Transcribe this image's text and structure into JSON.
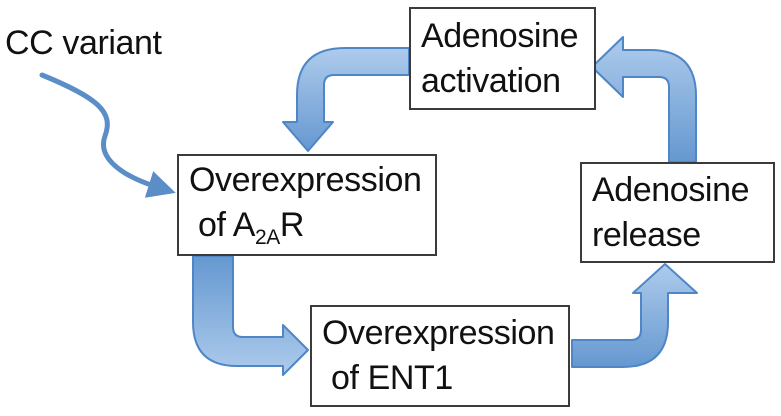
{
  "annotation": {
    "label": "CC variant"
  },
  "nodes": [
    {
      "id": "adenosine-activation",
      "line1": "Adenosine",
      "line2": "activation"
    },
    {
      "id": "overexpression-a2ar",
      "line1": "Overexpression",
      "line2_pre": "of A",
      "line2_sub": "2A",
      "line2_post": "R"
    },
    {
      "id": "adenosine-release",
      "line1": "Adenosine",
      "line2": "release"
    },
    {
      "id": "overexpression-ent1",
      "line1": "Overexpression",
      "line2": "of ENT1"
    }
  ],
  "arrows": [
    {
      "id": "activation-to-a2ar",
      "from": "Adenosine activation",
      "to": "Overexpression of A2AR"
    },
    {
      "id": "a2ar-to-ent1",
      "from": "Overexpression of A2AR",
      "to": "Overexpression of ENT1"
    },
    {
      "id": "ent1-to-release",
      "from": "Overexpression of ENT1",
      "to": "Adenosine release"
    },
    {
      "id": "release-to-activation",
      "from": "Adenosine release",
      "to": "Adenosine activation"
    },
    {
      "id": "cc-variant-to-a2ar",
      "from": "CC variant",
      "to": "Overexpression of A2AR"
    }
  ],
  "colors": {
    "background": "#ffffff",
    "arrow_fill_light": "#aecbec",
    "arrow_fill_dark": "#6598d0",
    "arrow_stroke": "#4e86c6",
    "thin_arrow": "#5b8ec6",
    "box_border": "#3b3b3b",
    "box_fill": "#ffffff",
    "text_color": "#111111"
  }
}
